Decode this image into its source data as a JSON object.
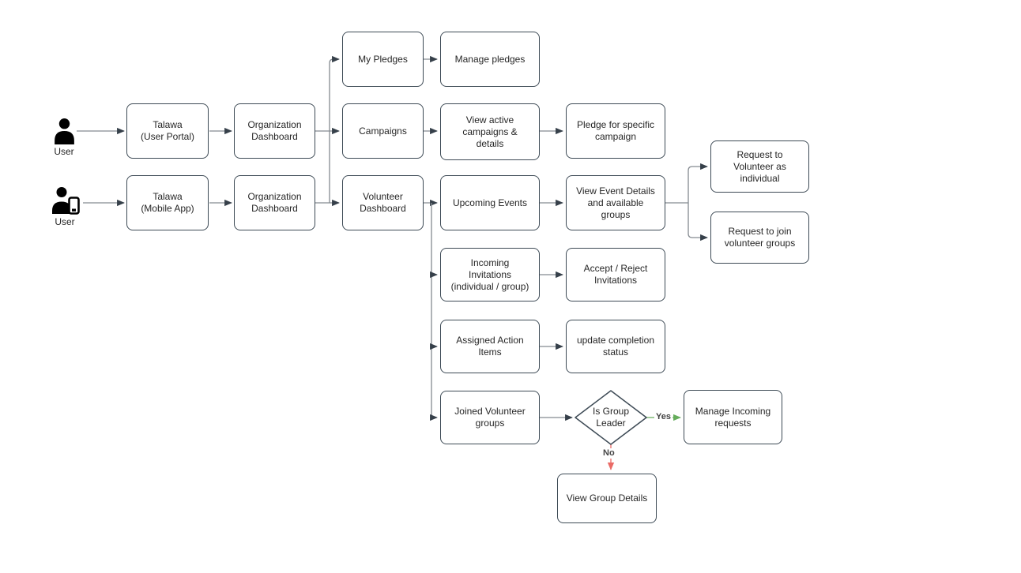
{
  "diagram": {
    "type": "flowchart",
    "colors": {
      "node_border": "#3d4a55",
      "node_fill": "#ffffff",
      "node_text": "#262626",
      "edge_line": "#848a90",
      "edge_head": "#36404a",
      "yes_green": "#66ad5c",
      "no_red": "#ea6b66",
      "edge_label_text": "#444444",
      "background": "#ffffff",
      "actor_icon": "#000000"
    },
    "actors": [
      {
        "id": "user-portal-actor",
        "label": "User",
        "icon": "person-icon"
      },
      {
        "id": "user-mobile-actor",
        "label": "User",
        "icon": "person-mobile-icon"
      }
    ],
    "nodes": [
      {
        "id": "talawa-user-portal",
        "shape": "rounded-rect",
        "label": "Talawa\n(User Portal)"
      },
      {
        "id": "organization-dashboard",
        "shape": "rounded-rect",
        "label": "Organization\nDashboard"
      },
      {
        "id": "talawa-mobile-app",
        "shape": "rounded-rect",
        "label": "Talawa\n(Mobile App)"
      },
      {
        "id": "organization-dashboard-mobile",
        "shape": "rounded-rect",
        "label": "Organization\nDashboard"
      },
      {
        "id": "my-pledges",
        "shape": "rounded-rect",
        "label": "My Pledges"
      },
      {
        "id": "manage-pledges",
        "shape": "rounded-rect",
        "label": "Manage pledges"
      },
      {
        "id": "campaigns",
        "shape": "rounded-rect",
        "label": "Campaigns"
      },
      {
        "id": "view-active-campaigns",
        "shape": "rounded-rect",
        "label": "View active\ncampaigns &\ndetails"
      },
      {
        "id": "pledge-for-specific-campaign",
        "shape": "rounded-rect",
        "label": "Pledge for specific\ncampaign"
      },
      {
        "id": "volunteer-dashboard",
        "shape": "rounded-rect",
        "label": "Volunteer\nDashboard"
      },
      {
        "id": "upcoming-events",
        "shape": "rounded-rect",
        "label": "Upcoming Events"
      },
      {
        "id": "view-event-details",
        "shape": "rounded-rect",
        "label": "View Event Details\nand available\ngroups"
      },
      {
        "id": "request-volunteer-individual",
        "shape": "rounded-rect",
        "label": "Request to\nVolunteer as\nindividual"
      },
      {
        "id": "request-join-volunteer-groups",
        "shape": "rounded-rect",
        "label": "Request to join\nvolunteer groups"
      },
      {
        "id": "incoming-invitations",
        "shape": "rounded-rect",
        "label": "Incoming\nInvitations\n(individual / group)"
      },
      {
        "id": "accept-reject-invitations",
        "shape": "rounded-rect",
        "label": "Accept / Reject\nInvitations"
      },
      {
        "id": "assigned-action-items",
        "shape": "rounded-rect",
        "label": "Assigned Action\nItems"
      },
      {
        "id": "update-completion-status",
        "shape": "rounded-rect",
        "label": "update completion\nstatus"
      },
      {
        "id": "joined-volunteer-groups",
        "shape": "rounded-rect",
        "label": "Joined Volunteer\ngroups"
      },
      {
        "id": "manage-incoming-requests",
        "shape": "rounded-rect",
        "label": "Manage Incoming\nrequests"
      },
      {
        "id": "view-group-details",
        "shape": "rounded-rect",
        "label": "View Group Details"
      }
    ],
    "decision": {
      "id": "is-group-leader",
      "shape": "diamond",
      "label": "Is Group\nLeader"
    },
    "edge_labels": {
      "yes": "Yes",
      "no": "No"
    },
    "edges": [
      {
        "from": "user-portal-actor",
        "to": "talawa-user-portal"
      },
      {
        "from": "talawa-user-portal",
        "to": "organization-dashboard"
      },
      {
        "from": "user-mobile-actor",
        "to": "talawa-mobile-app"
      },
      {
        "from": "talawa-mobile-app",
        "to": "organization-dashboard-mobile"
      },
      {
        "from": "organization-dashboard",
        "to": "my-pledges"
      },
      {
        "from": "organization-dashboard",
        "to": "campaigns"
      },
      {
        "from": "organization-dashboard",
        "to": "volunteer-dashboard"
      },
      {
        "from": "organization-dashboard-mobile",
        "to": "volunteer-dashboard"
      },
      {
        "from": "my-pledges",
        "to": "manage-pledges"
      },
      {
        "from": "campaigns",
        "to": "view-active-campaigns"
      },
      {
        "from": "view-active-campaigns",
        "to": "pledge-for-specific-campaign"
      },
      {
        "from": "volunteer-dashboard",
        "to": "upcoming-events"
      },
      {
        "from": "volunteer-dashboard",
        "to": "incoming-invitations"
      },
      {
        "from": "volunteer-dashboard",
        "to": "assigned-action-items"
      },
      {
        "from": "volunteer-dashboard",
        "to": "joined-volunteer-groups"
      },
      {
        "from": "upcoming-events",
        "to": "view-event-details"
      },
      {
        "from": "view-event-details",
        "to": "request-volunteer-individual"
      },
      {
        "from": "view-event-details",
        "to": "request-join-volunteer-groups"
      },
      {
        "from": "incoming-invitations",
        "to": "accept-reject-invitations"
      },
      {
        "from": "assigned-action-items",
        "to": "update-completion-status"
      },
      {
        "from": "joined-volunteer-groups",
        "to": "is-group-leader"
      },
      {
        "from": "is-group-leader",
        "to": "manage-incoming-requests",
        "label": "Yes"
      },
      {
        "from": "is-group-leader",
        "to": "view-group-details",
        "label": "No"
      }
    ]
  }
}
